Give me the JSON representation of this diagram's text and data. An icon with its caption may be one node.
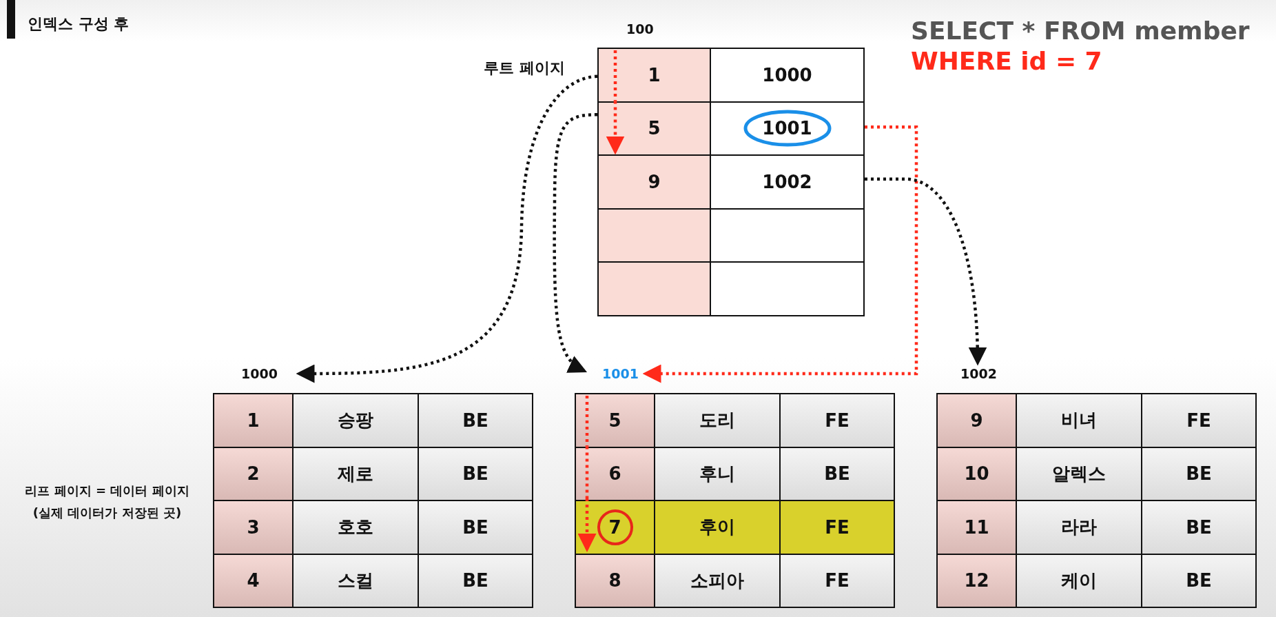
{
  "diagram": {
    "title": "인덱스 구성 후",
    "nodes": [
      {
        "text": [],
        "shape": "box",
        "beside": [
          "100",
          "루트 페이지"
        ]
      },
      {
        "text": [
          "1",
          "1000"
        ],
        "in": 0
      },
      {
        "text": [
          "5",
          "1001"
        ],
        "in": 0
      },
      {
        "text": [
          "9",
          "1002"
        ],
        "in": 0
      },
      {
        "text": [],
        "shape": "box",
        "in": 0
      },
      {
        "text": [],
        "shape": "box",
        "in": 0
      },
      {
        "text": [],
        "shape": "box",
        "beside": [
          "1000"
        ]
      },
      {
        "text": [
          "1",
          "승팡",
          "BE"
        ],
        "in": 6
      },
      {
        "text": [
          "2",
          "제로",
          "BE"
        ],
        "in": 6
      },
      {
        "text": [
          "3",
          "호호",
          "BE"
        ],
        "in": 6
      },
      {
        "text": [
          "4",
          "스컬",
          "BE"
        ],
        "in": 6
      },
      {
        "text": [],
        "shape": "box",
        "beside": [
          "1001"
        ]
      },
      {
        "text": [
          "5",
          "도리",
          "FE"
        ],
        "in": 11
      },
      {
        "text": [
          "6",
          "후니",
          "BE"
        ],
        "in": 11
      },
      {
        "text": [
          "7",
          "후이",
          "FE"
        ],
        "in": 11
      },
      {
        "text": [
          "8",
          "소피아",
          "FE"
        ],
        "in": 11
      },
      {
        "text": [],
        "shape": "box",
        "beside": [
          "1002"
        ]
      },
      {
        "text": [
          "9",
          "비녀",
          "FE"
        ],
        "in": 16
      },
      {
        "text": [
          "10",
          "알렉스",
          "BE"
        ],
        "in": 16
      },
      {
        "text": [
          "11",
          "라라",
          "BE"
        ],
        "in": 16
      },
      {
        "text": [
          "12",
          "케이",
          "BE"
        ],
        "in": 16
      }
    ],
    "edges": [
      {
        "from": 1,
        "to": 6,
        "arrow": "to",
        "style": "dashed",
        "color": "#111111"
      },
      {
        "from": 2,
        "to": 11,
        "arrow": "to",
        "style": "dashed",
        "color": "#111111"
      },
      {
        "from": 2,
        "to": 11,
        "arrow": "to",
        "style": "dashed",
        "color": "#ff2a1a"
      },
      {
        "from": 3,
        "to": 16,
        "arrow": "to",
        "style": "dashed",
        "color": "#111111"
      },
      {
        "from": 1,
        "to": 2,
        "arrow": "none",
        "style": "dashed",
        "color": "#ff2a1a"
      },
      {
        "from": 2,
        "to": 3,
        "arrow": "to",
        "style": "dashed",
        "color": "#ff2a1a"
      },
      {
        "from": 12,
        "to": 13,
        "arrow": "none",
        "style": "dashed",
        "color": "#ff2a1a"
      },
      {
        "from": 13,
        "to": 14,
        "arrow": "none",
        "style": "dashed",
        "color": "#ff2a1a"
      },
      {
        "from": 14,
        "to": 15,
        "arrow": "to",
        "style": "dashed",
        "color": "#ff2a1a"
      }
    ],
    "labels": [
      "SELECT * FROM member",
      "WHERE id = 7",
      "리프 페이지 = 데이터 페이지 (실제 데이터가 저장된 곳)"
    ]
  }
}
